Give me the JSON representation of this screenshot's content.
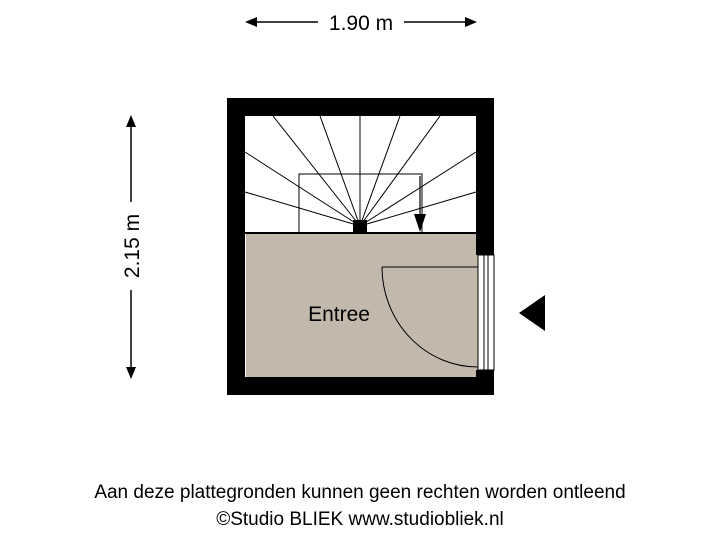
{
  "plan": {
    "width_label": "1.90 m",
    "height_label": "2.15 m",
    "room_label": "Entree"
  },
  "colors": {
    "wall": "#000000",
    "floor": "#c3b8ac",
    "background": "#ffffff"
  },
  "footer": {
    "disclaimer": "Aan deze plattegronden kunnen geen rechten worden ontleend",
    "copyright": "©Studio BLIEK www.studiobliek.nl"
  }
}
